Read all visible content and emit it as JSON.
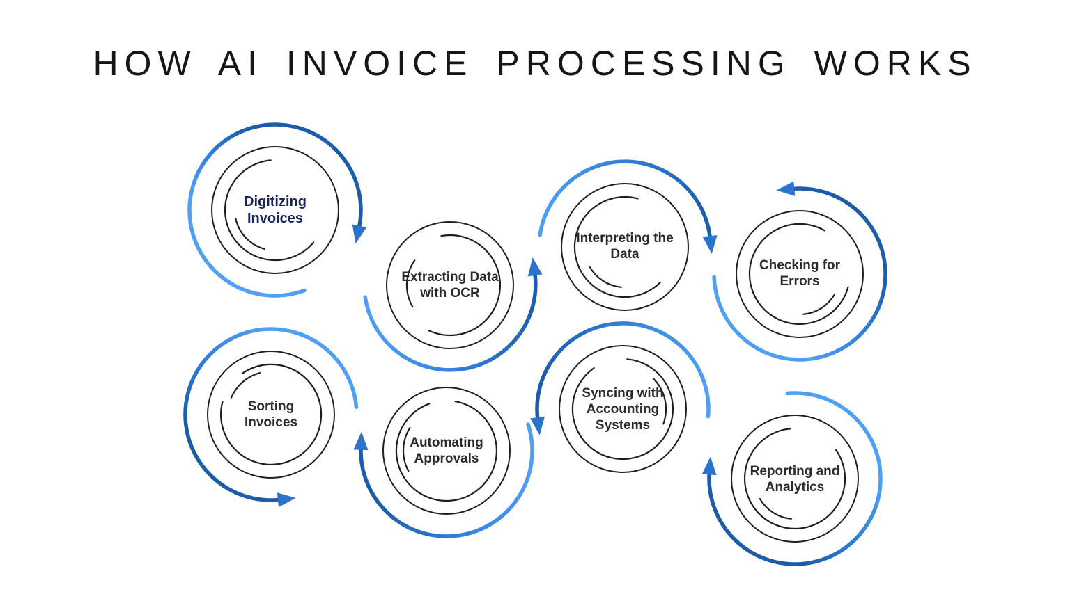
{
  "title": "HOW AI INVOICE PROCESSING WORKS",
  "steps": [
    {
      "id": "digitizing-invoices",
      "label": "Digitizing Invoices"
    },
    {
      "id": "extracting-data-with-ocr",
      "label": "Extracting Data with OCR"
    },
    {
      "id": "interpreting-the-data",
      "label": "Interpreting the Data"
    },
    {
      "id": "checking-for-errors",
      "label": "Checking for Errors"
    },
    {
      "id": "sorting-invoices",
      "label": "Sorting Invoices"
    },
    {
      "id": "automating-approvals",
      "label": "Automating Approvals"
    },
    {
      "id": "syncing-with-accounting-systems",
      "label": "Syncing with Accounting Systems"
    },
    {
      "id": "reporting-and-analytics",
      "label": "Reporting and Analytics"
    }
  ],
  "colors": {
    "background": "#FFFFFF",
    "title": "#161616",
    "circle_stroke": "#1F1F1F",
    "label_default": "#2B2B2B",
    "label_accent": "#1B2559",
    "arrow_light": "#4F9FF3",
    "arrow_mid": "#2E7BD6",
    "arrow_dark": "#1C5CA8",
    "arrow_head": "#2A74CE"
  }
}
